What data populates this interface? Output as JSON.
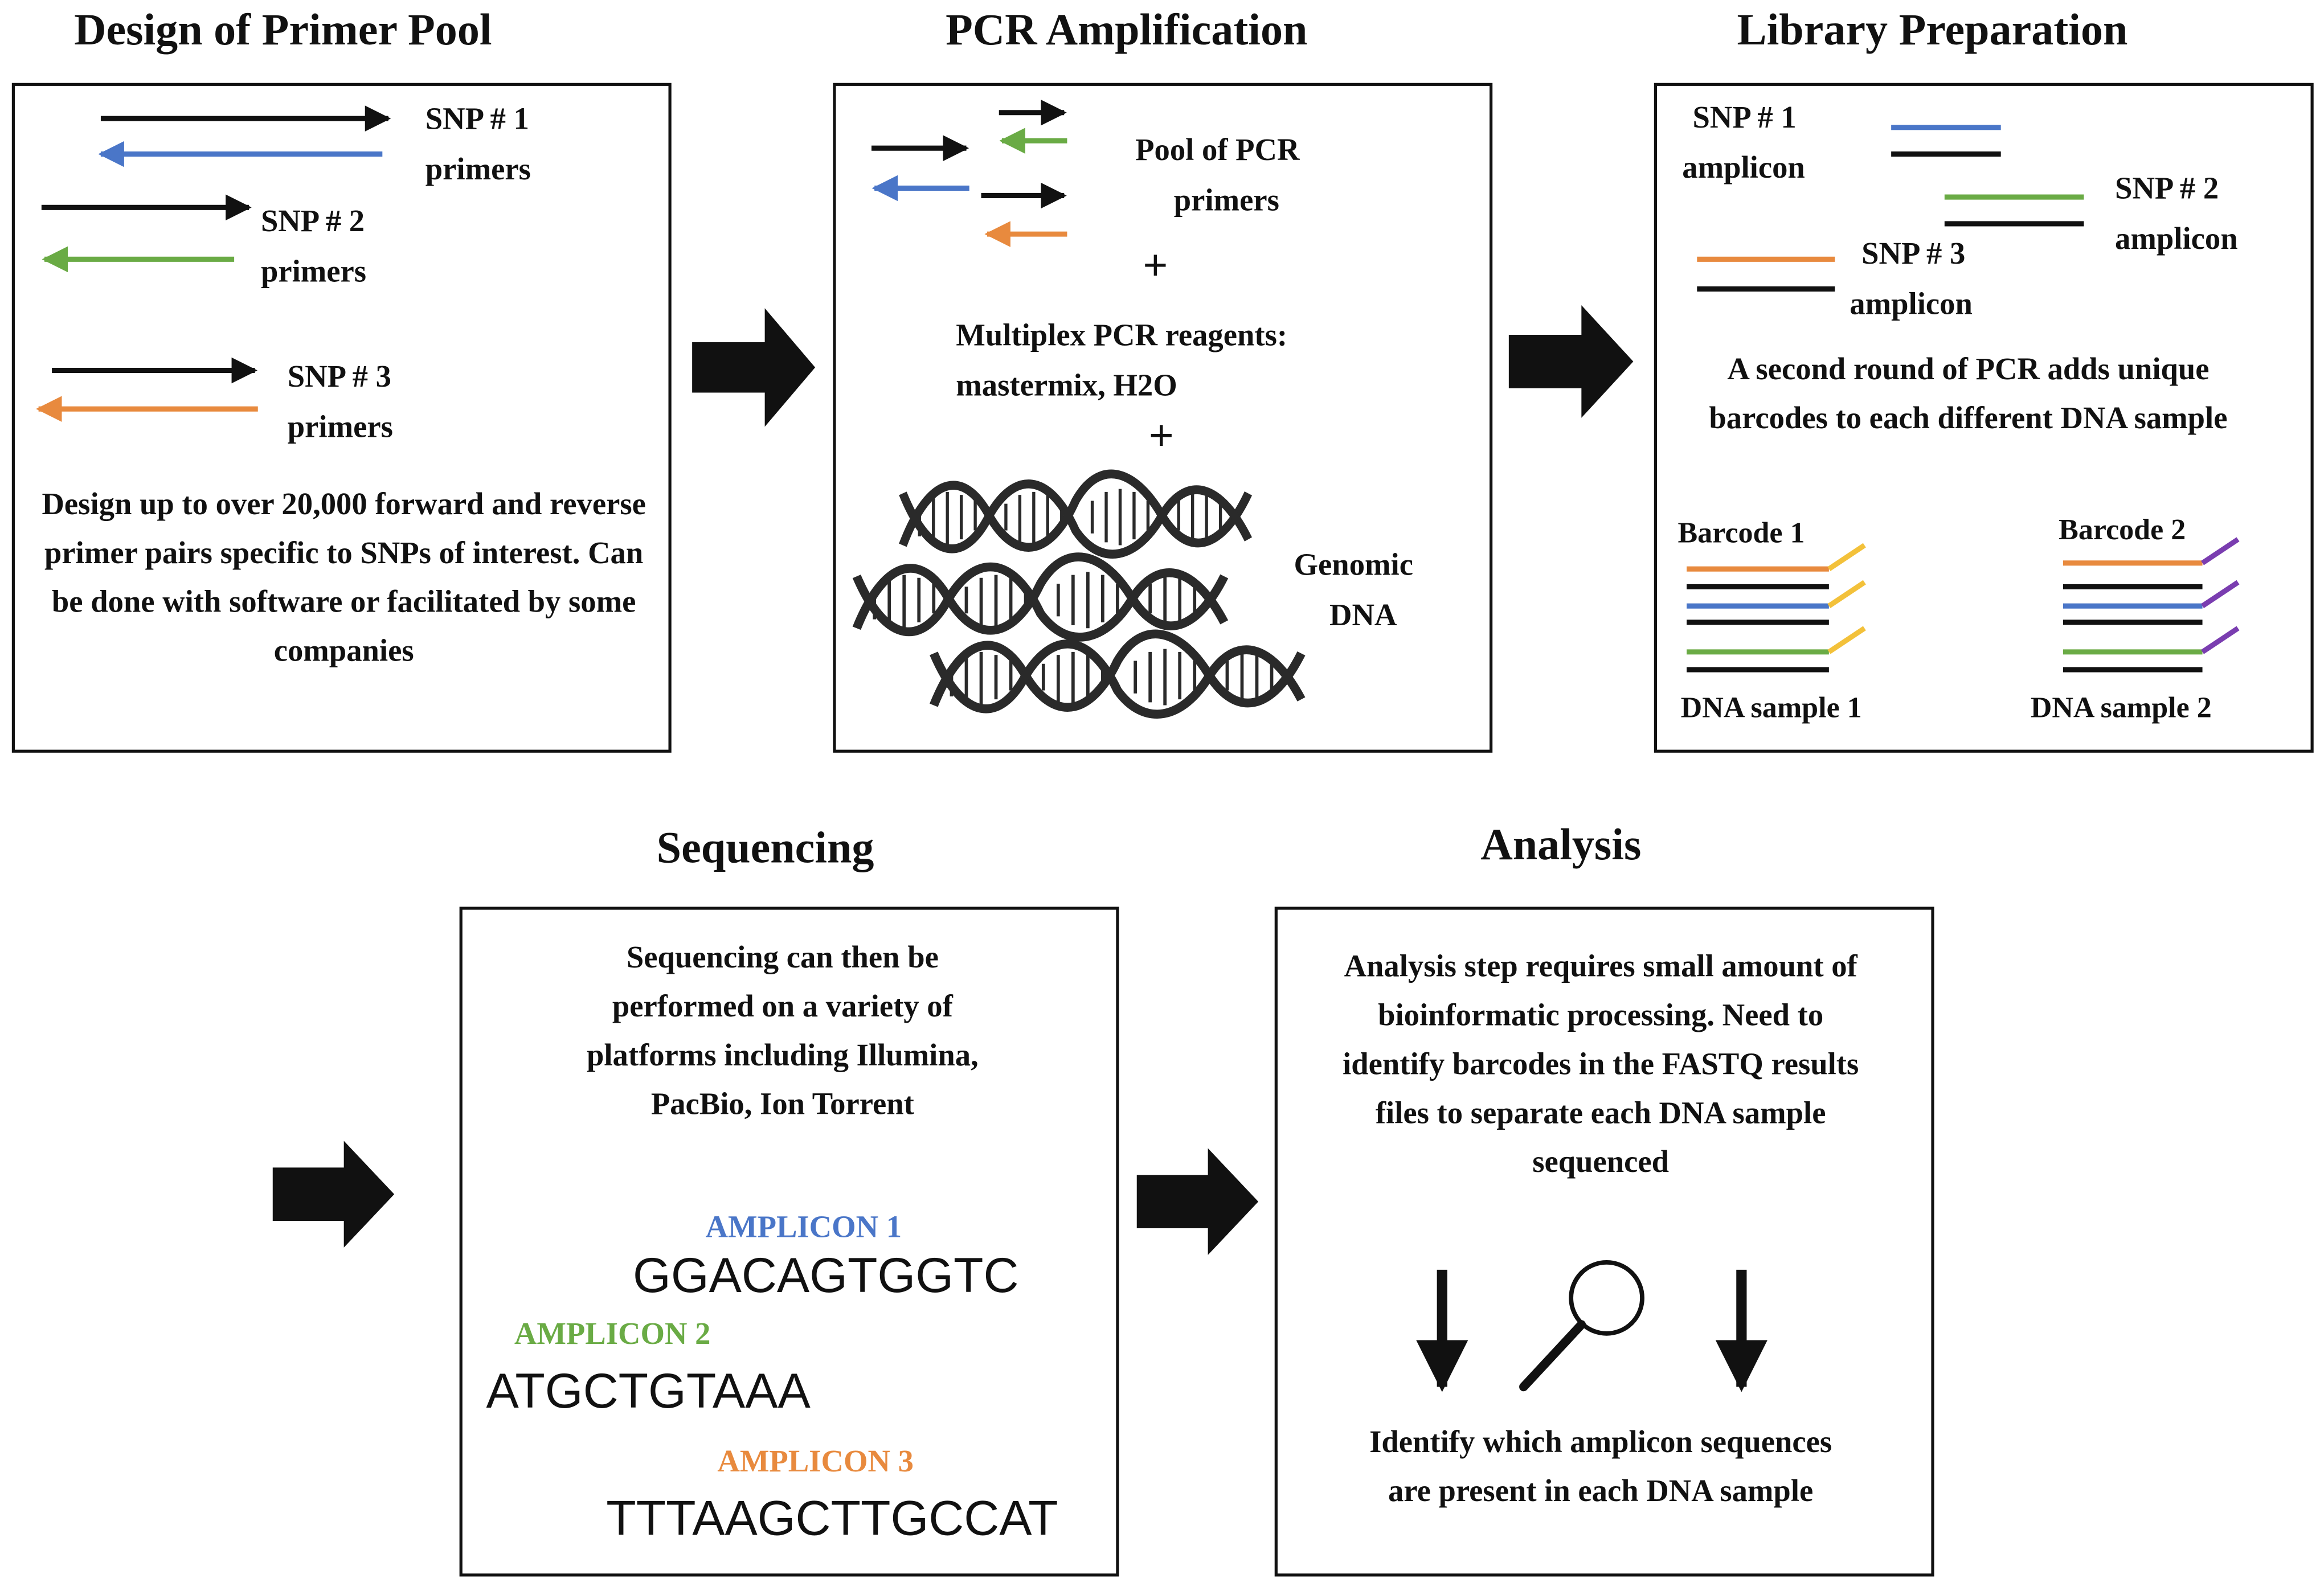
{
  "colors": {
    "black": "#111111",
    "blue": "#4a76c8",
    "green": "#6aab45",
    "orange": "#e88a3e",
    "yellow": "#f3c13a",
    "purple": "#7a3db0"
  },
  "panels": {
    "design": {
      "title": "Design of Primer Pool",
      "snp1": "SNP # 1",
      "snp1_sub": "primers",
      "snp2": "SNP # 2",
      "snp2_sub": "primers",
      "snp3": "SNP # 3",
      "snp3_sub": "primers",
      "description": "Design up to over 20,000 forward and reverse primer pairs specific to SNPs of interest. Can be done with software or facilitated by some companies"
    },
    "pcr": {
      "title": "PCR Amplification",
      "pool_label": "Pool of PCR",
      "pool_label2": "primers",
      "plus": "+",
      "reagents_line1": "Multiplex PCR reagents:",
      "reagents_line2": "mastermix, H2O",
      "dna_label": "Genomic",
      "dna_label2": "DNA"
    },
    "library": {
      "title": "Library Preparation",
      "snp1": "SNP # 1",
      "snp1_sub": "amplicon",
      "snp2": "SNP # 2",
      "snp2_sub": "amplicon",
      "snp3": "SNP # 3",
      "snp3_sub": "amplicon",
      "description": "A second round of PCR adds unique barcodes to each different DNA sample",
      "barcode1": "Barcode 1",
      "barcode2": "Barcode 2",
      "sample1": "DNA sample 1",
      "sample2": "DNA sample 2"
    },
    "sequencing": {
      "title": "Sequencing",
      "description": "Sequencing can then be performed on a variety of platforms including Illumina, PacBio, Ion Torrent",
      "amplicons": [
        {
          "label": "AMPLICON 1",
          "sequence": "GGACAGTGGTC",
          "color": "#4a76c8"
        },
        {
          "label": "AMPLICON 2",
          "sequence": "ATGCTGTAAA",
          "color": "#6aab45"
        },
        {
          "label": "AMPLICON 3",
          "sequence": "TTTAAGCTTGCCAT",
          "color": "#e88a3e"
        }
      ]
    },
    "analysis": {
      "title": "Analysis",
      "description": "Analysis step requires small amount of bioinformatic processing. Need to identify barcodes in the FASTQ results files to separate each DNA sample sequenced",
      "result": "Identify which amplicon sequences are present in each DNA sample"
    }
  }
}
